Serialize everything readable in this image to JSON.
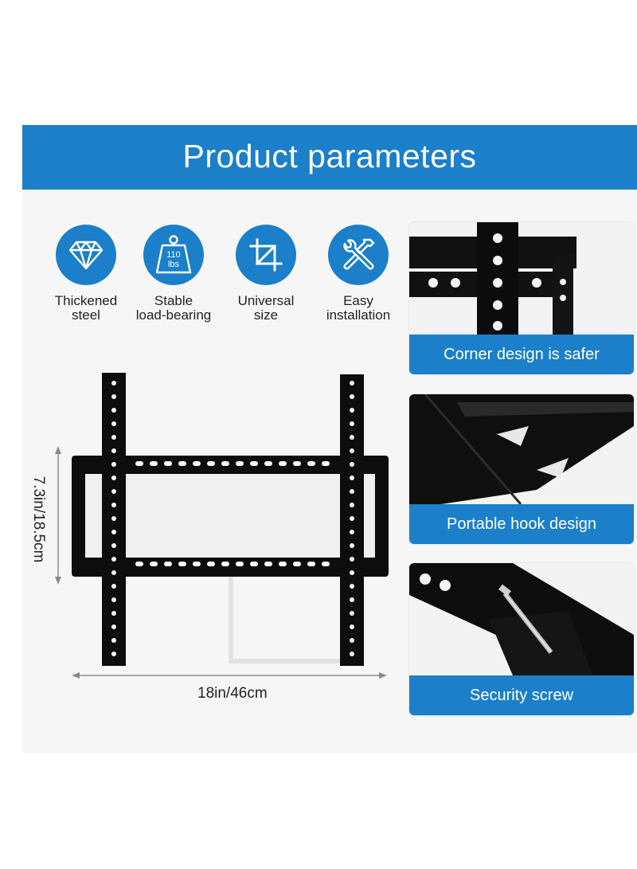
{
  "header": {
    "title": "Product parameters"
  },
  "features": [
    {
      "icon": "diamond-icon",
      "label_line1": "Thickened",
      "label_line2": "steel"
    },
    {
      "icon": "weight-icon",
      "icon_text_line1": "110",
      "icon_text_line2": "lbs",
      "label_line1": "Stable",
      "label_line2": "load-bearing"
    },
    {
      "icon": "crop-icon",
      "label_line1": "Universal",
      "label_line2": "size"
    },
    {
      "icon": "tools-icon",
      "label_line1": "Easy",
      "label_line2": "installation"
    }
  ],
  "dimensions": {
    "width": "18in/46cm",
    "height": "7.3in/18.5cm"
  },
  "cards": [
    {
      "caption": "Corner design is safer"
    },
    {
      "caption": "Portable hook design"
    },
    {
      "caption": "Security screw"
    }
  ],
  "colors": {
    "accent": "#1b7fc9",
    "panel": "#f6f6f6",
    "steel": "#0d0d0d"
  }
}
